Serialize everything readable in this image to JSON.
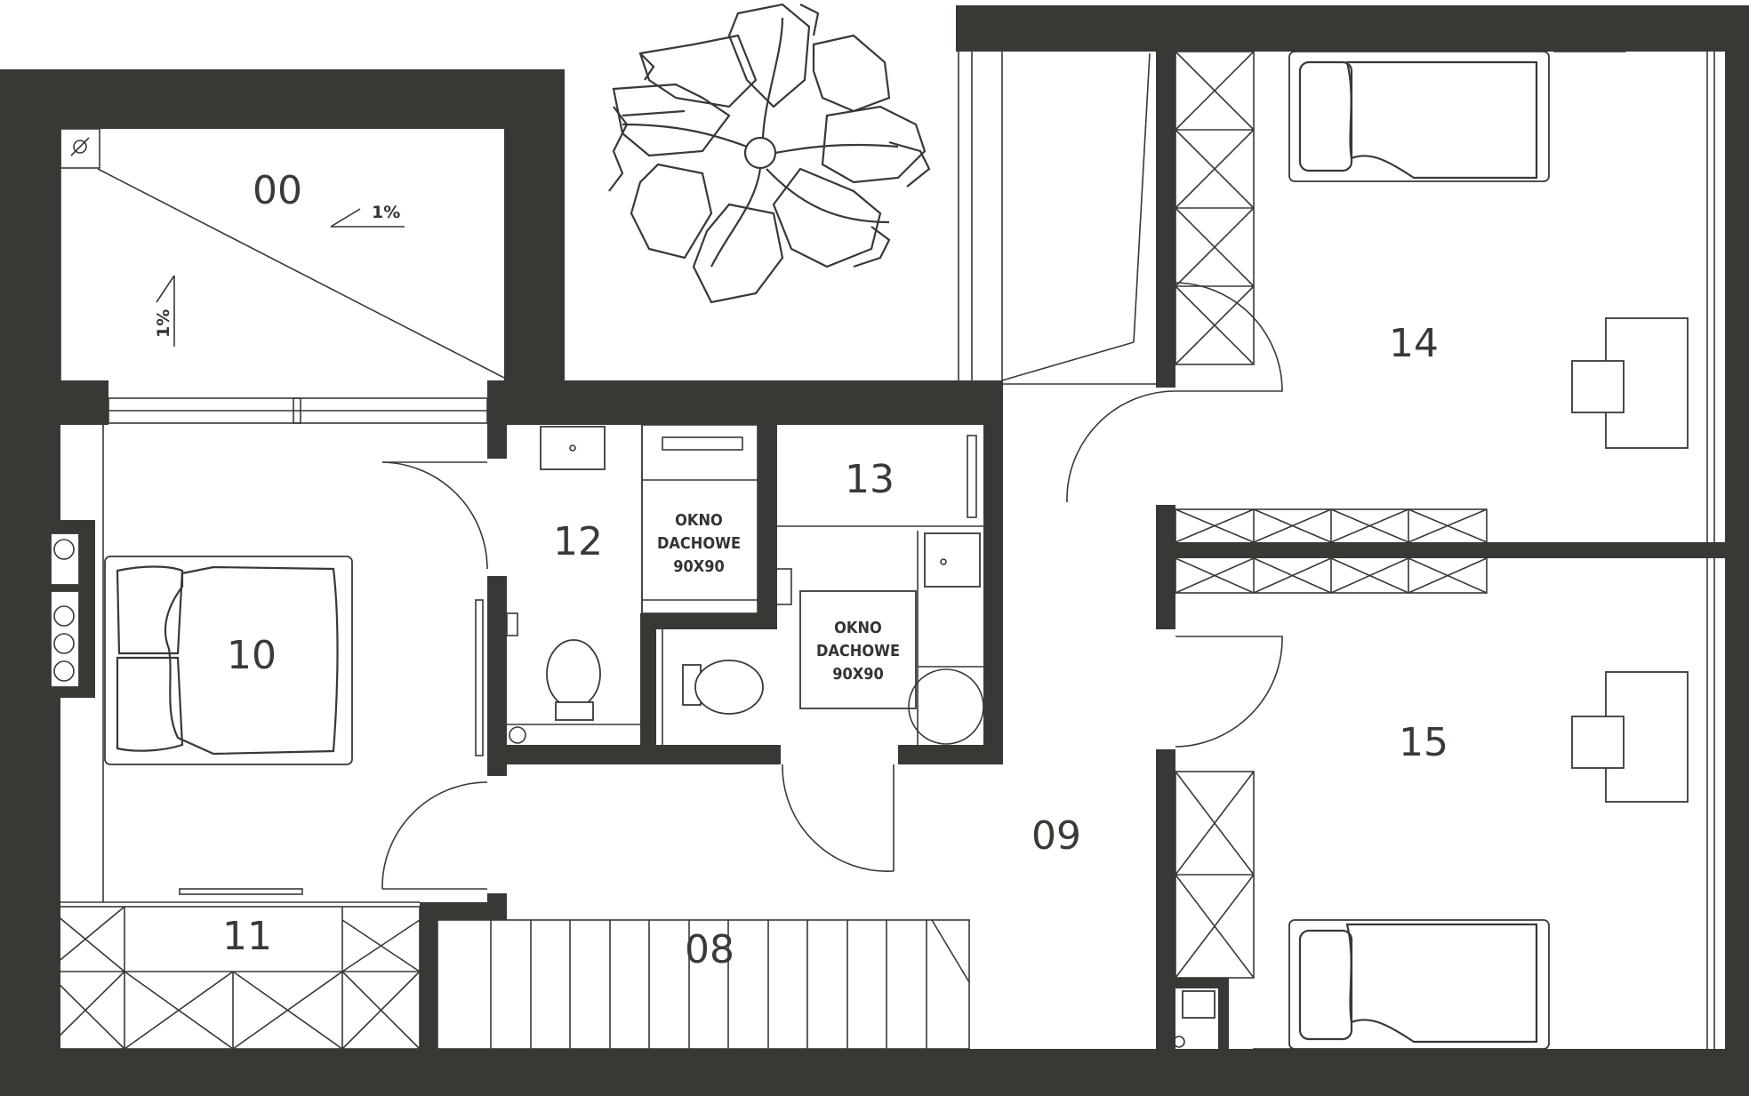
{
  "plan": {
    "rooms": [
      {
        "id": "00",
        "label": "00"
      },
      {
        "id": "08",
        "label": "08"
      },
      {
        "id": "09",
        "label": "09"
      },
      {
        "id": "10",
        "label": "10"
      },
      {
        "id": "11",
        "label": "11"
      },
      {
        "id": "12",
        "label": "12"
      },
      {
        "id": "13",
        "label": "13"
      },
      {
        "id": "14",
        "label": "14"
      },
      {
        "id": "15",
        "label": "15"
      }
    ],
    "skylights": [
      {
        "line1": "OKNO",
        "line2": "DACHOWE",
        "line3": "90X90"
      },
      {
        "line1": "OKNO",
        "line2": "DACHOWE",
        "line3": "90X90"
      }
    ],
    "slopes": [
      "1%",
      "1%"
    ],
    "colors": {
      "wall": "#383935",
      "line": "#383935",
      "background": "#ffffff"
    }
  }
}
